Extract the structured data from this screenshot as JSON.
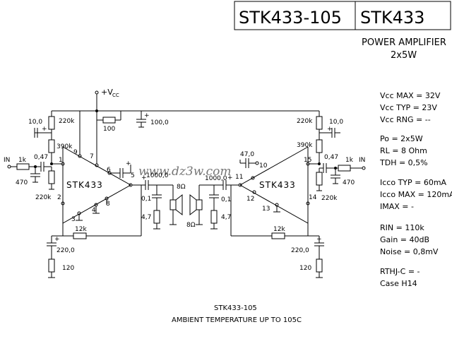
{
  "header": {
    "model_code": "STK433-105",
    "model": "STK433",
    "title": "POWER AMPLIFIER",
    "subtitle": "2x5W"
  },
  "supply": {
    "label": "+V",
    "sub": "CC"
  },
  "watermark": "www.dz3w.com",
  "chip_label": "STK433",
  "specs": [
    "Vcc MAX = 32V",
    "Vcc TYP = 23V",
    "Vcc RNG = --",
    "Po = 2x5W",
    "RL = 8 Ohm",
    "TDH = 0,5%",
    "Icco TYP = 60mA",
    "Icco MAX = 120mA",
    "IMAX = -",
    "RIN = 110k",
    "Gain = 40dB",
    "Noise = 0,8mV",
    "RTHJ-C = -",
    "Case H14"
  ],
  "footer": {
    "line1": "STK433-105",
    "line2": "AMBIENT TEMPERATURE UP TO 105C"
  },
  "left": {
    "in": "IN",
    "r_in": "1k",
    "c_in": "0,47",
    "r_470": "470",
    "r_390k": "390k",
    "r_220k_top": "220k",
    "c_10": "10,0",
    "r_220k_bot": "220k",
    "c_1000": "1000,0",
    "c_01": "0,1",
    "r_47": "4,7",
    "spk": "8Ω",
    "r_12k": "12k",
    "c_220": "220,0",
    "r_120": "120",
    "r_100": "100",
    "c_100": "100,0",
    "pins": [
      "1",
      "2",
      "3",
      "4",
      "5",
      "6",
      "7",
      "8",
      "9"
    ]
  },
  "right": {
    "in": "IN",
    "r_in": "1k",
    "c_in": "0,47",
    "r_470": "470",
    "r_390k": "390k",
    "r_220k_top": "220k",
    "c_10": "10,0",
    "r_220k_bot": "220k",
    "c_1000": "1000,0",
    "c_01": "0,1",
    "r_47": "4,7",
    "spk": "8Ω",
    "r_12k": "12k",
    "c_220": "220,0",
    "r_120": "120",
    "c_47": "47,0",
    "pins": [
      "10",
      "11",
      "12",
      "13",
      "14",
      "15"
    ]
  }
}
